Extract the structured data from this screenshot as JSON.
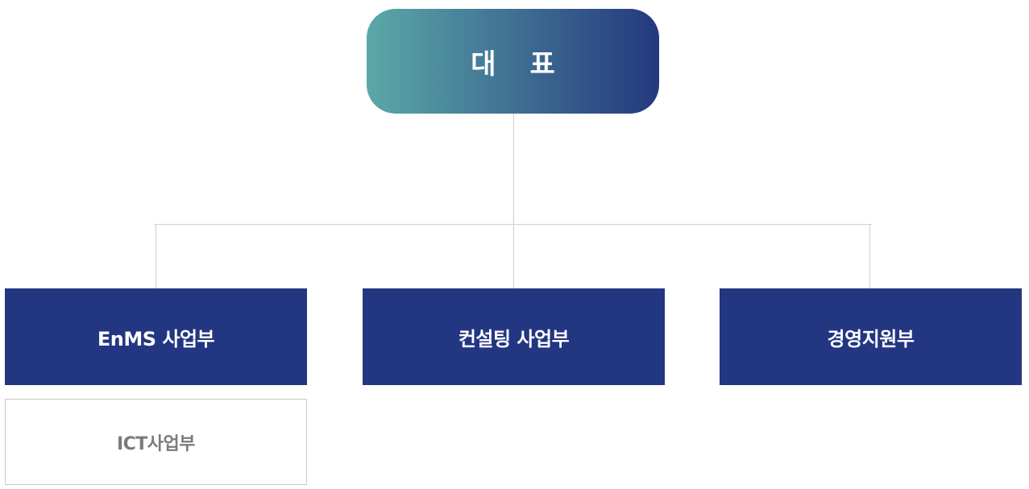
{
  "colors": {
    "ceo_gradient_start": "#5ba8a8",
    "ceo_gradient_end": "#24387e",
    "dept_fill": "#233682",
    "connector": "#cfcfcf",
    "sub_text": "#7b7b7b"
  },
  "ceo": {
    "char1": "대",
    "char2": "표"
  },
  "departments": [
    {
      "label": "EnMS 사업부"
    },
    {
      "label": "컨설팅 사업부"
    },
    {
      "label": "경영지원부"
    }
  ],
  "sub_units": [
    {
      "label": "ICT사업부"
    }
  ]
}
